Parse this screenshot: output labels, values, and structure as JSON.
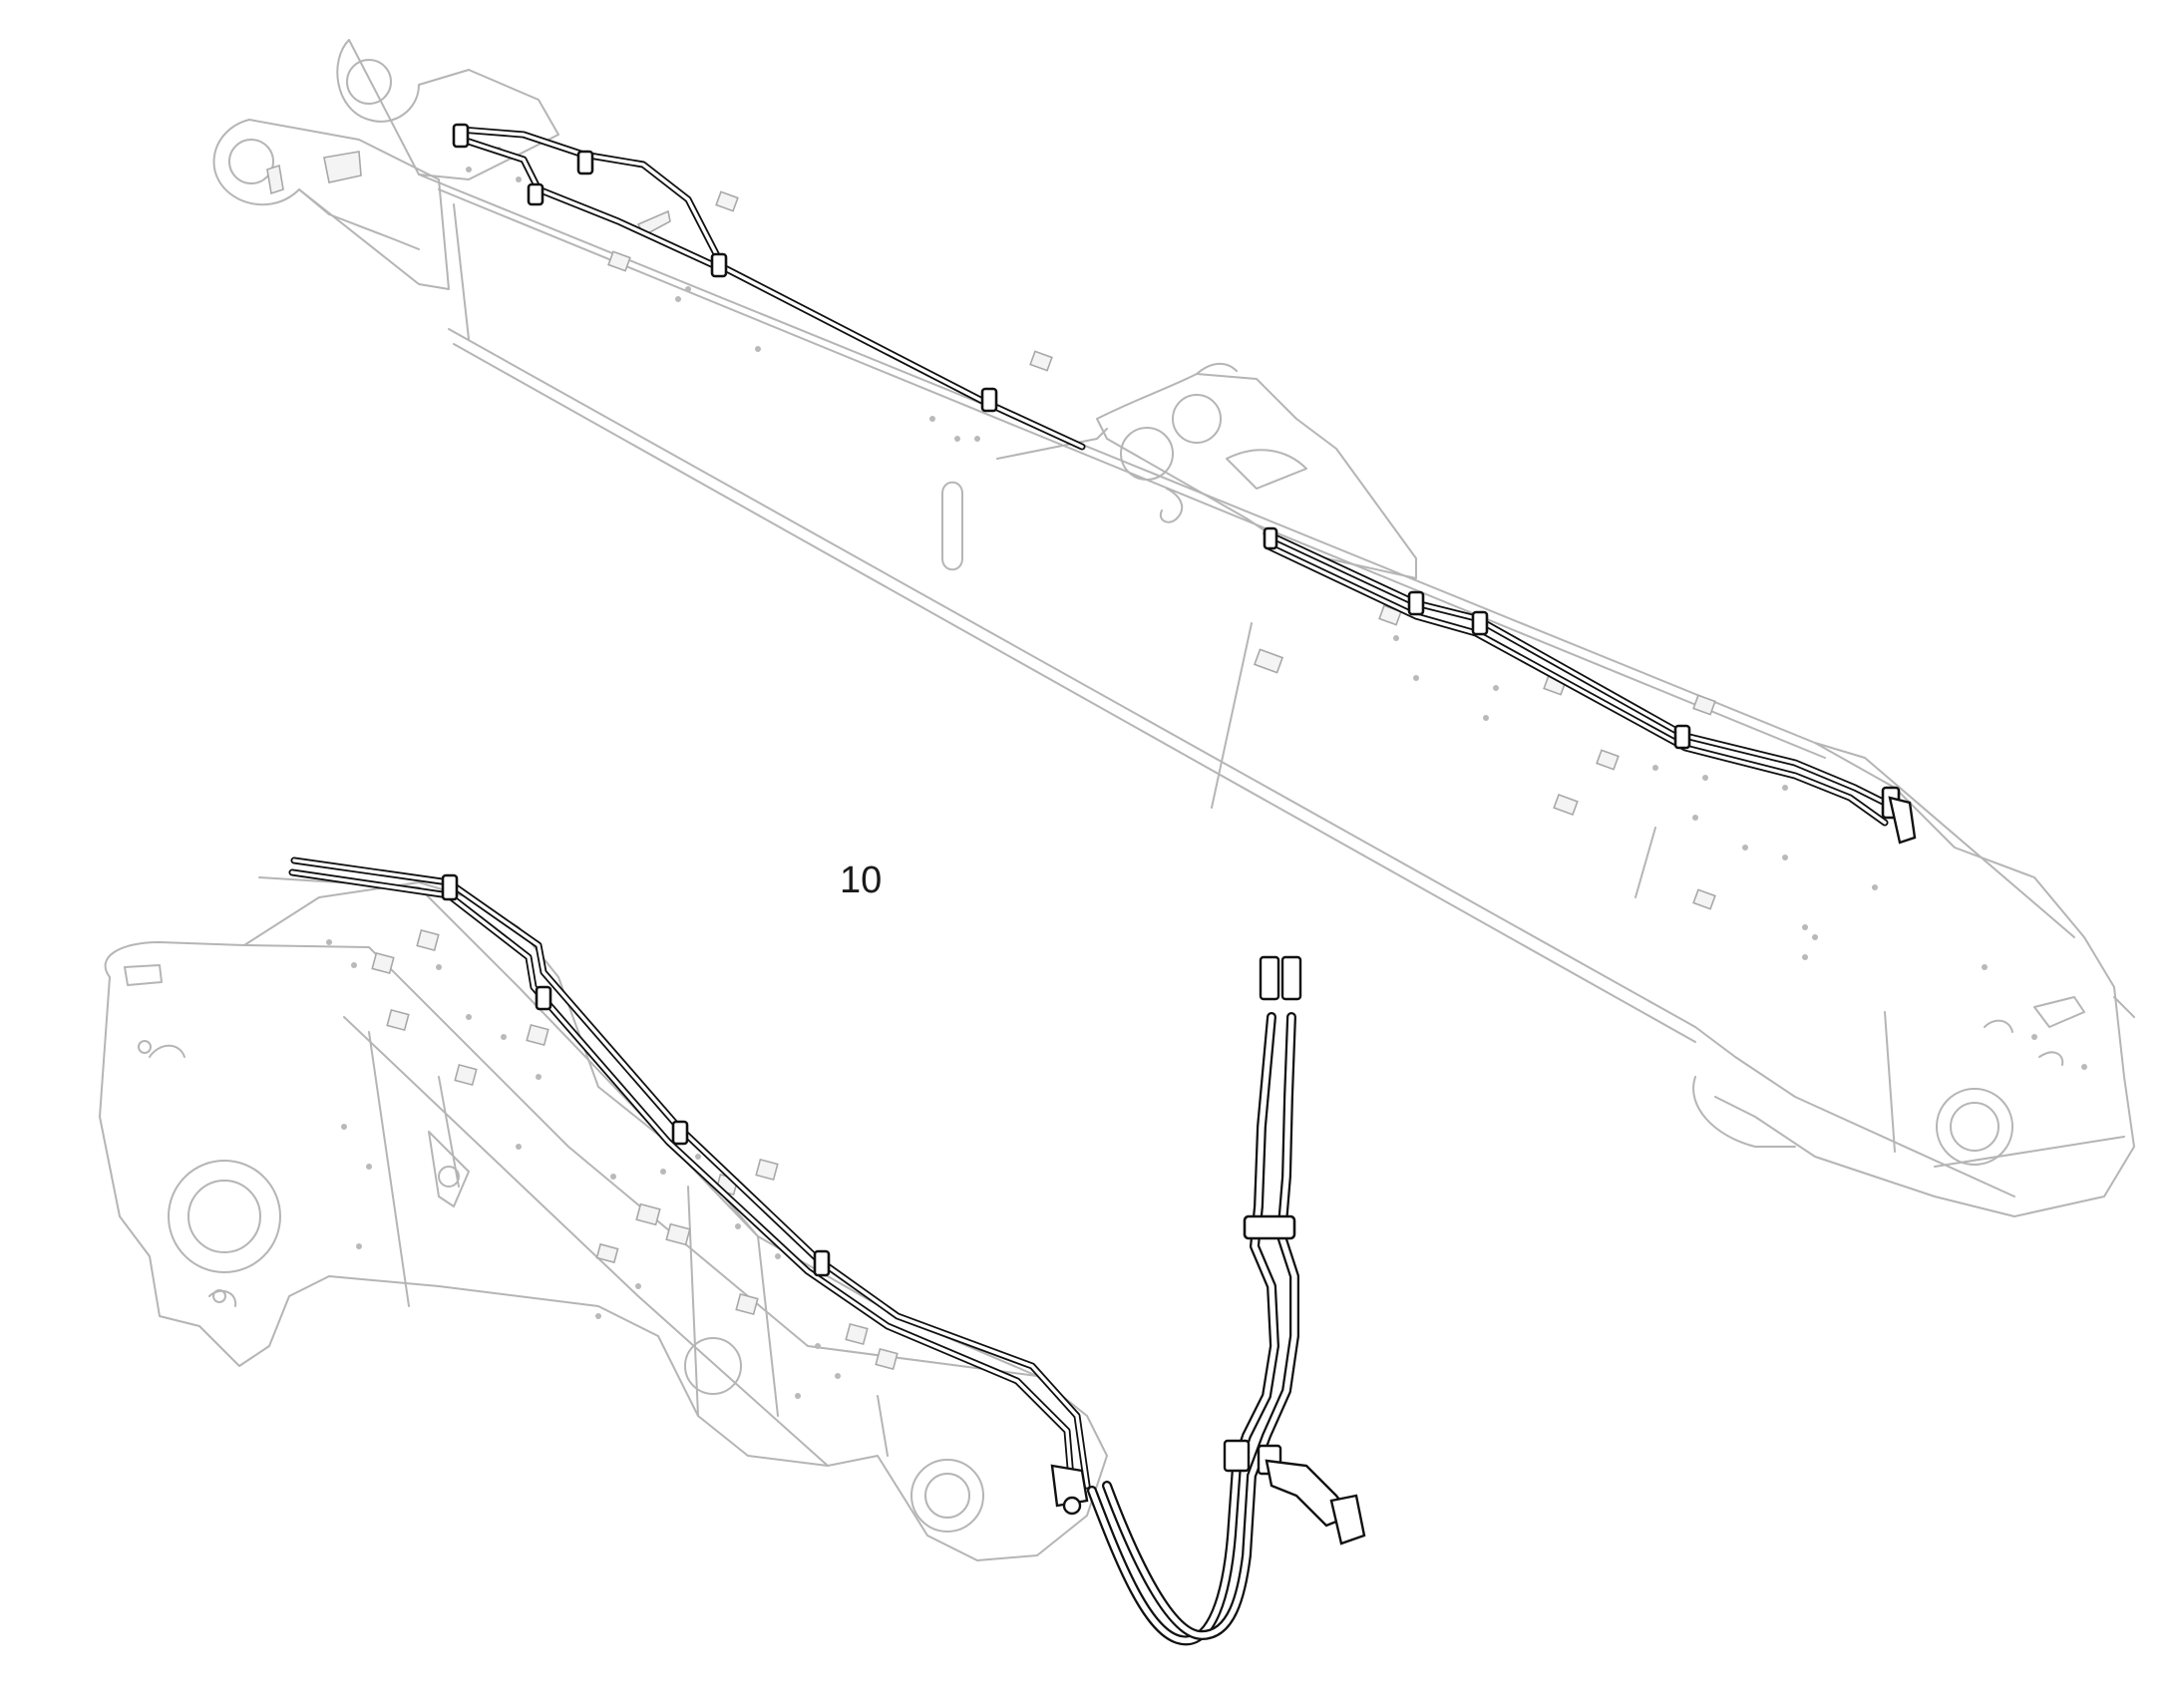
{
  "diagram": {
    "callout": "10",
    "colors": {
      "background": "#ffffff",
      "ghost_outline": "#b5b5b5",
      "pipe": "#111111"
    },
    "parts": [
      "arm-structure",
      "boom-structure",
      "arm-pipe-line",
      "boom-pipe-line",
      "hose-assembly"
    ]
  }
}
